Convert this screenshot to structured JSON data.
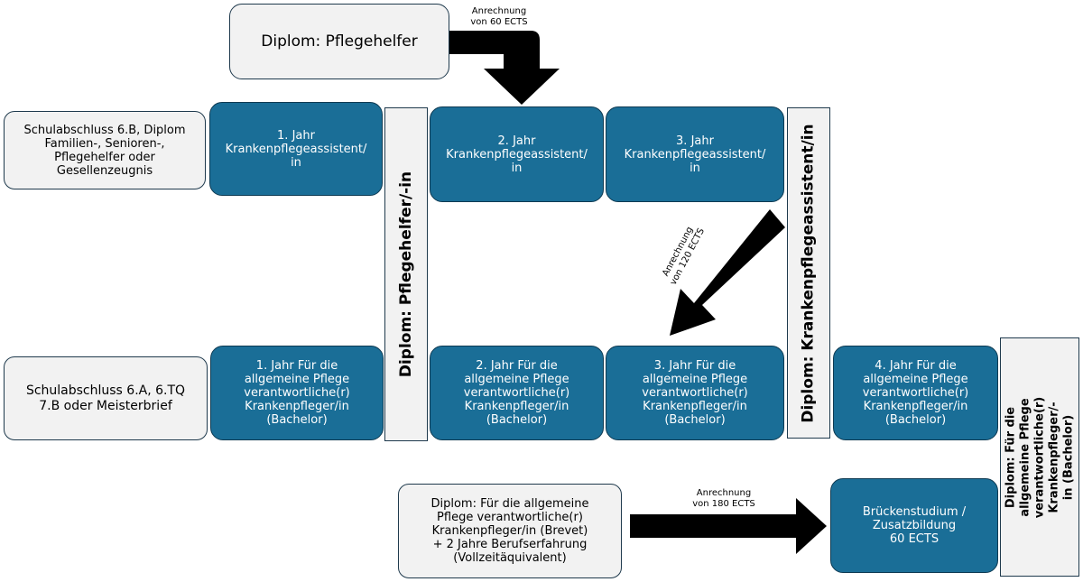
{
  "top_box": {
    "label": "Diplom: Pflegehelfer"
  },
  "notes": {
    "ects_60": "Anrechnung\nvon 60 ECTS",
    "ects_120": "Anrechnung\nvon 120 ECTS",
    "ects_180": "Anrechnung\nvon 180 ECTS"
  },
  "entry_boxes": {
    "upper": "Schulabschluss 6.B, Diplom\nFamilien-, Senioren-,\nPflegehelfer oder\nGesellenzeugnis",
    "lower": "Schulabschluss 6.A, 6.TQ\n7.B oder Meisterbrief",
    "bottom": "Diplom: Für die allgemeine\nPflege verantwortliche(r)\nKrankenpfleger/in (Brevet)\n+ 2 Jahre Berufserfahrung\n(Vollzeitäquivalent)"
  },
  "assistant_track": [
    "1. Jahr\nKrankenpflegeassistent/\nin",
    "2. Jahr\nKrankenpflegeassistent/\nin",
    "3. Jahr\nKrankenpflegeassistent/\nin"
  ],
  "bachelor_track": [
    "1. Jahr Für die\nallgemeine Pflege\nverantwortliche(r)\nKrankenpfleger/in\n(Bachelor)",
    "2. Jahr Für die\nallgemeine Pflege\nverantwortliche(r)\nKrankenpfleger/in\n(Bachelor)",
    "3. Jahr Für die\nallgemeine Pflege\nverantwortliche(r)\nKrankenpfleger/in\n(Bachelor)",
    "4. Jahr Für die\nallgemeine Pflege\nverantwortliche(r)\nKrankenpfleger/in\n(Bachelor)"
  ],
  "bridge_box": {
    "label": "Brückenstudium /\nZusatzbildung\n60 ECTS"
  },
  "diplomas": {
    "pflegehelfer": "Diplom: Pflegehelfer/-in",
    "assistent": "Diplom: Krankenpflegeassistent/in",
    "bachelor": "Diplom: Für die allgemeine Pflege\nverantwortliche(r)\nKrankenpfleger/-in (Bachelor)"
  }
}
